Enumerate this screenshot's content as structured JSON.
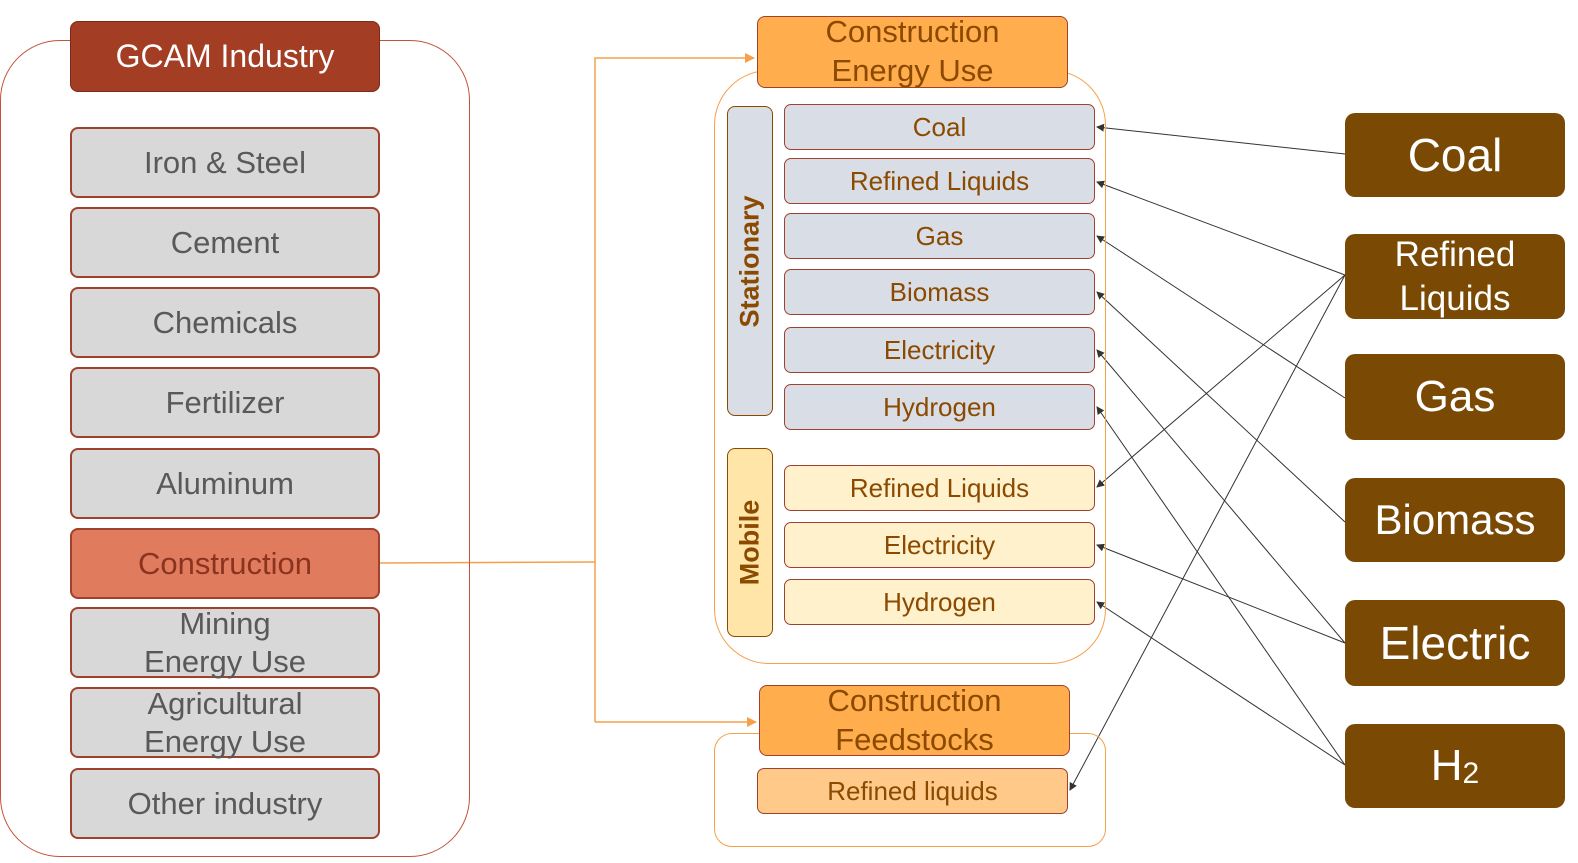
{
  "industry": {
    "title": "GCAM Industry",
    "sectors": [
      "Iron & Steel",
      "Cement",
      "Chemicals",
      "Fertilizer",
      "Aluminum",
      "Construction",
      "Mining\nEnergy Use",
      "Agricultural\nEnergy Use",
      "Other industry"
    ],
    "highlighted_sector": "Construction"
  },
  "energy_use": {
    "title": "Construction\nEnergy Use",
    "stationary_label": "Stationary",
    "stationary_fuels": [
      "Coal",
      "Refined  Liquids",
      "Gas",
      "Biomass",
      "Electricity",
      "Hydrogen"
    ],
    "mobile_label": "Mobile",
    "mobile_fuels": [
      "Refined  Liquids",
      "Electricity",
      "Hydrogen"
    ]
  },
  "feedstocks": {
    "title": "Construction\nFeedstocks",
    "fuels": [
      "Refined  liquids"
    ]
  },
  "sources": {
    "coal": "Coal",
    "refined_liquids": "Refined\nLiquids",
    "gas": "Gas",
    "biomass": "Biomass",
    "electric": "Electric",
    "h2_base": "H",
    "h2_sub": "2"
  },
  "colors": {
    "industry_header": "#a33d23",
    "highlight": "#e07b5e",
    "sector_fill": "#d8d8d8",
    "stationary_fill": "#d8dde6",
    "mobile_fill": "#fff1cc",
    "category_fill": "#ffad4d",
    "feedstock_fill": "#ffc98a",
    "source_fill": "#7a4a05",
    "orange_line": "#f5a14a",
    "text_brown": "#8b4a00"
  }
}
